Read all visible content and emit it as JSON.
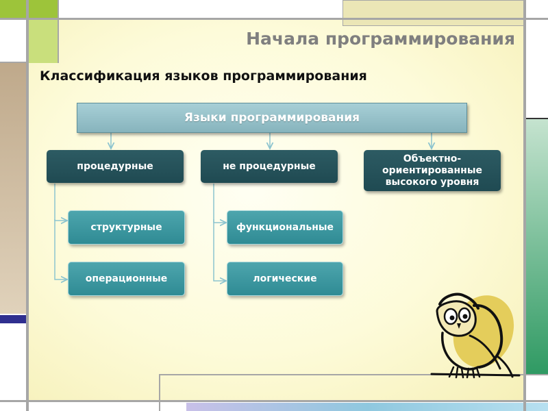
{
  "slide": {
    "title": "Начала программирования",
    "subtitle": "Классификация языков программирования"
  },
  "diagram": {
    "root": "Языки программирования",
    "categories": {
      "procedural": "процедурные",
      "nonprocedural": "не процедурные",
      "oop": "Объектно-ориентированные высокого уровня"
    },
    "procedural_children": [
      "структурные",
      "операционные"
    ],
    "nonprocedural_children": [
      "функциональные",
      "логические"
    ]
  },
  "colors": {
    "root_box": "#98c2ca",
    "category_box": "#27545c",
    "child_box": "#3e98a0",
    "connector": "#8cc4cf",
    "title_text": "#7f7f7f"
  },
  "icons": {
    "mascot": "owl-icon"
  }
}
